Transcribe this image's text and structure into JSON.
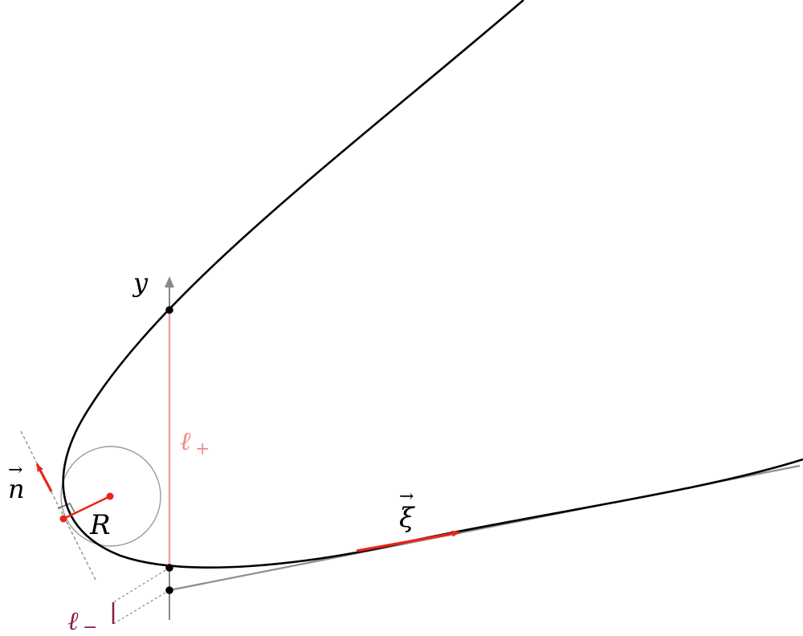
{
  "labels": {
    "y_axis": "y",
    "l_plus_base": "ℓ",
    "l_plus_sub": "+",
    "l_minus_base": "ℓ",
    "l_minus_sub": "−",
    "normal_vector": "n",
    "tangent_vector": "ξ",
    "radius": "R",
    "vector_arrow": "→"
  },
  "colors": {
    "curve": "#000000",
    "axis": "#8a8a8a",
    "accent_red": "#e8251a",
    "l_plus_line": "#f3a0a0",
    "l_plus_text": "#f08a8a",
    "l_minus_text": "#8b1a4b",
    "circle": "#999999",
    "dashed": "#888888",
    "secant": "#8f8f8f",
    "point": "#000000"
  }
}
